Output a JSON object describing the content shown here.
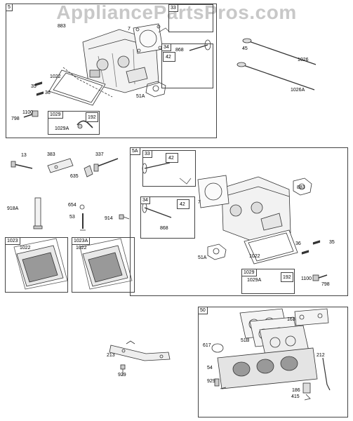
{
  "watermark": "AppliancePartsPros.com",
  "boxes": {
    "b5": "5",
    "b5a": "5A",
    "b1023": "1023",
    "b1023a": "1023A",
    "b50": "50",
    "b33": "33",
    "b34": "34",
    "b42": "42",
    "b1029": "1029",
    "b192": "192",
    "b33b": "33",
    "b42b": "42",
    "b34b": "34",
    "b42c": "42",
    "b1029b": "1029",
    "b192b": "192"
  },
  "labels": {
    "l883a": "883",
    "l7a": "7",
    "l868a": "868",
    "l1022a": "1022",
    "l35a": "35",
    "l36a": "36",
    "l51aa": "51A",
    "l1100a": "1100",
    "l798a": "798",
    "l1029aa": "1029A",
    "l45": "45",
    "l1026": "1026",
    "l1026a": "1026A",
    "l13": "13",
    "l383": "383",
    "l337": "337",
    "l635": "635",
    "l918a": "918A",
    "l654": "654",
    "l53": "53",
    "l914": "914",
    "l1022b": "1022",
    "l1022c": "1022",
    "l883b": "883",
    "l7b": "7",
    "l868b": "868",
    "l51ab": "51A",
    "l1022d": "1022",
    "l36b": "36",
    "l35b": "35",
    "l1029ab": "1029A",
    "l1100b": "1100",
    "l798b": "798",
    "l163": "163",
    "l617": "617",
    "l51b": "51B",
    "l212": "212",
    "l213": "213",
    "l54": "54",
    "l929a": "929",
    "l929b": "929",
    "l186": "186",
    "l415": "415"
  }
}
